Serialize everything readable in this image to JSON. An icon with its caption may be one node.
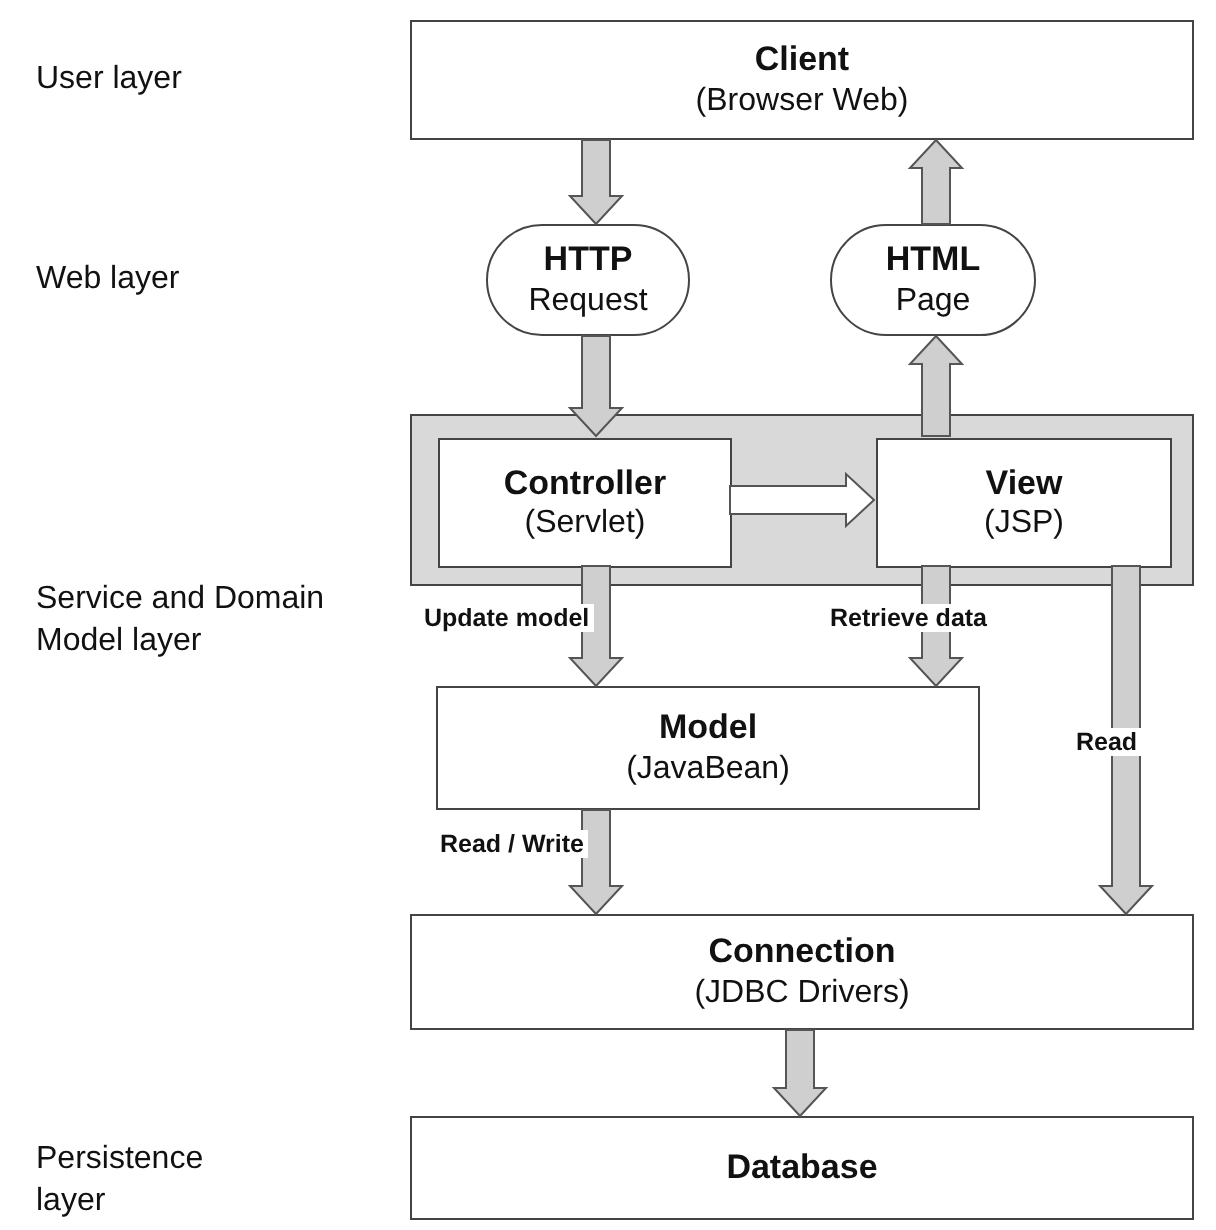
{
  "diagram": {
    "nodes": [
      {
        "text": [
          "Client",
          "(Browser Web)"
        ]
      },
      {
        "text": [
          "HTTP",
          "Request"
        ]
      },
      {
        "text": [
          "HTML",
          "Page"
        ]
      },
      {
        "text": [],
        "shape": "box"
      },
      {
        "text": [
          "Controller",
          "(Servlet)"
        ],
        "in": 3
      },
      {
        "text": [
          "View",
          "(JSP)"
        ],
        "in": 3
      },
      {
        "text": [
          "Model",
          "(JavaBean)"
        ]
      },
      {
        "text": [
          "Connection",
          "(JDBC Drivers)"
        ]
      },
      {
        "text": [
          "Database"
        ]
      }
    ],
    "edges": [
      {
        "from": 0,
        "to": 1,
        "arrow": "to"
      },
      {
        "from": 1,
        "to": 4,
        "arrow": "to"
      },
      {
        "from": 4,
        "to": 5,
        "arrow": "to",
        "color": "#ffffff"
      },
      {
        "from": 5,
        "to": 2,
        "arrow": "to"
      },
      {
        "from": 2,
        "to": 0,
        "arrow": "to"
      },
      {
        "from": 4,
        "to": 6,
        "arrow": "to",
        "label": "Update model"
      },
      {
        "from": 5,
        "to": 6,
        "arrow": "to",
        "label": "Retrieve data"
      },
      {
        "from": 5,
        "to": 7,
        "arrow": "to",
        "label": "Read"
      },
      {
        "from": 6,
        "to": 7,
        "arrow": "to",
        "label": "Read / Write"
      },
      {
        "from": 7,
        "to": 8,
        "arrow": "to"
      }
    ],
    "labels": [
      "User layer",
      "Web layer",
      "Service and Domain Model layer",
      "Persistence layer"
    ]
  }
}
